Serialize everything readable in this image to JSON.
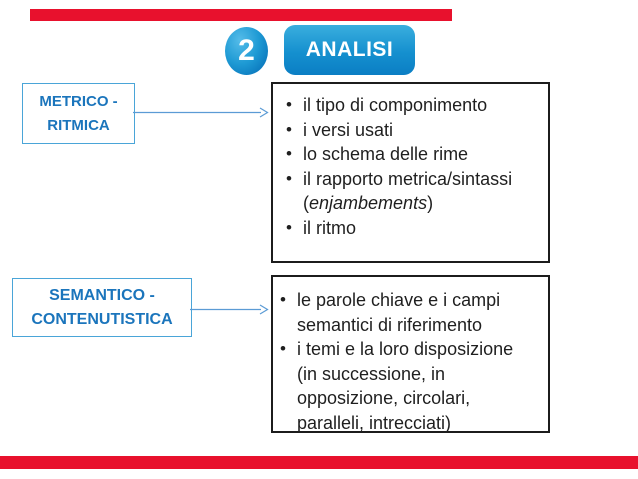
{
  "header": {
    "step_number": "2",
    "step_label": "ANALISI"
  },
  "decorations": {
    "top_bar_color": "#e8112d",
    "bottom_bar_color": "#e8112d"
  },
  "colors": {
    "accent_blue_text": "#1b75bc",
    "label_border_blue": "#4aa5d8",
    "arrow_blue": "#5b9bd5",
    "pill_blue_top": "#3aaede",
    "pill_blue_bottom": "#0b7ec4",
    "panel_border": "#1c1c1c",
    "body_text": "#1f1f1f"
  },
  "left_labels": {
    "metrico": {
      "line1": "METRICO -",
      "line2": "RITMICA"
    },
    "semantico": {
      "line1": "SEMANTICO -",
      "line2": "CONTENUTISTICA"
    }
  },
  "panel_metrico": {
    "b1": "il tipo di componimento",
    "b2": "i versi usati",
    "b3": "lo schema delle rime",
    "b4_line1": "il rapporto metrica/sintassi",
    "b4_paren_open": "(",
    "b4_italic": "enjambements",
    "b4_paren_close": ")",
    "b5": "il ritmo"
  },
  "panel_semantico": {
    "b1_line1": "le parole chiave e i campi",
    "b1_line2": "semantici di riferimento",
    "b2_line1": "i temi e la loro disposizione",
    "b2_line2": "(in successione, in",
    "b2_line3": "opposizione, circolari,",
    "b2_line4": "paralleli, intrecciati)"
  }
}
